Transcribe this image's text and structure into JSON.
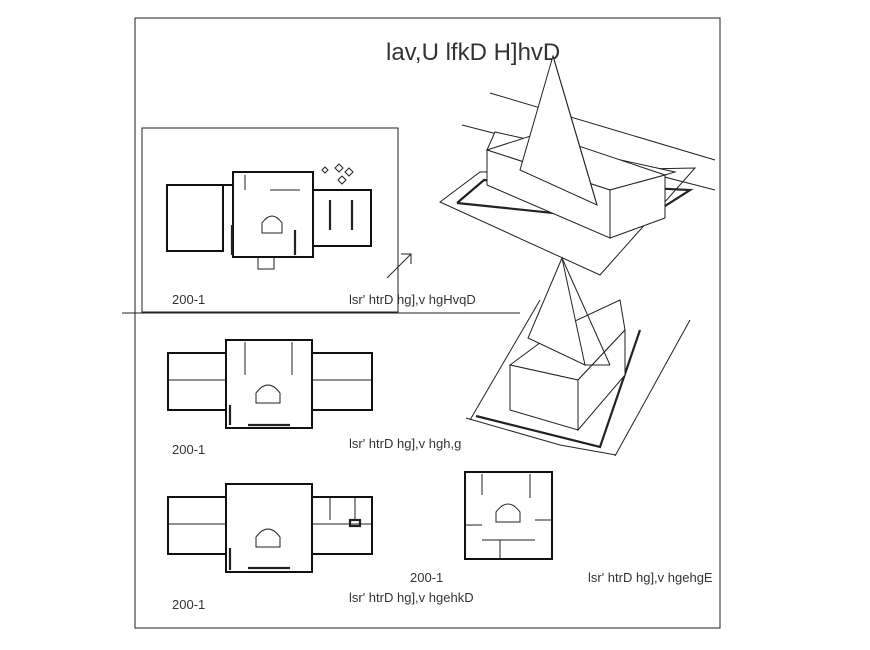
{
  "drawing": {
    "title": "lav,U lfkD H]hvD",
    "views": [
      {
        "scale": "200-1",
        "caption": "lsr' htrD hg],v hgHvqD"
      },
      {
        "scale": "200-1",
        "caption": "lsr' htrD hg],v hgh,g"
      },
      {
        "scale": "200-1",
        "caption": "lsr' htrD hg],v hgehkD"
      },
      {
        "scale": "200-1",
        "caption": "lsr' htrD hg],v hgehgE"
      }
    ]
  }
}
